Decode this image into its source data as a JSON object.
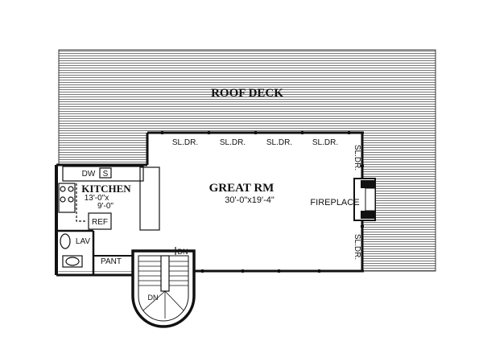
{
  "rooms": {
    "roof_deck": "ROOF DECK",
    "great_rm": "GREAT RM",
    "great_rm_dims": "30'-0\"x19'-4\"",
    "kitchen": "KITCHEN",
    "kitchen_dims_1": "13'-0\"x",
    "kitchen_dims_2": "9'-0\"",
    "lav": "LAV",
    "pant": "PANT",
    "ref": "REF",
    "dw": "DW",
    "s": "S"
  },
  "doors": {
    "sliding_top": [
      "SL.DR.",
      "SL.DR.",
      "SL.DR.",
      "SL.DR."
    ],
    "sliding_right_top": "SL.DR.",
    "sliding_right_bottom": "SL.DR."
  },
  "features": {
    "fireplace": "FIREPLACE",
    "stair_down_top": "DN",
    "stair_down_bottom": "DN"
  },
  "colors": {
    "ink": "#111111",
    "paper": "#ffffff",
    "hatch": "#555555"
  }
}
